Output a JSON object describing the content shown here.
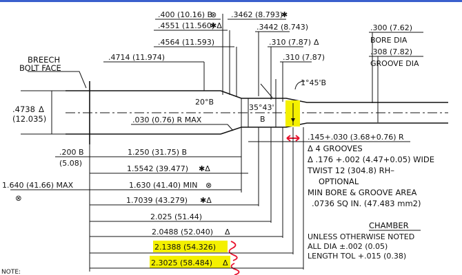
{
  "frame_color": "#3a5fcd",
  "highlight_color": "#f4f000",
  "markup_color": "#e8102c",
  "labels": {
    "breech": "BREECH",
    "bolt_face": "BOLT FACE",
    "bore_dia_value": ".300 (7.62)",
    "bore_dia_label": "BORE DIA",
    "groove_dia_value": ".308 (7.82)",
    "groove_dia_label": "GROOVE DIA",
    "angle_1_45": "1°45'B",
    "angle_20": "20°B",
    "angle_35_43": "35°43'",
    "b_mark": "B"
  },
  "top_dims": {
    "d400": ".400 (10.16) B",
    "d3462": ".3462 (8.793)",
    "d4551": ".4551 (11.560)",
    "d3442": ".3442 (8.743)",
    "d4564": ".4564 (11.593)",
    "d310a": ".310 (7.87)",
    "d4714": ".4714 (11.974)",
    "d310b": ".310 (7.87)"
  },
  "left_dims": {
    "d4738": ".4738",
    "d12035": "(12.035)",
    "d030": ".030 (0.76) R MAX",
    "d200": ".200 B",
    "d508": "(5.08)",
    "d1640": "1.640 (41.66) MAX"
  },
  "length_dims": {
    "l1250": "1.250 (31.75) B",
    "l15542": "1.5542 (39.477)",
    "l1630": "1.630 (41.40) MIN",
    "l17039": "1.7039 (43.279)",
    "l2025": "2.025 (51.44)",
    "l20488": "2.0488 (52.040)",
    "l21388": "2.1388 (54.326)",
    "l23025": "2.3025 (58.484)"
  },
  "notes": {
    "radius": ".145+.030 (3.68+0.76) R",
    "grooves": "Δ 4 GROOVES",
    "wide": "Δ .176 +.002 (4.47+0.05) WIDE",
    "twist": "TWIST 12 (304.8) RH–",
    "optional": "OPTIONAL",
    "min_bore": "MIN BORE & GROOVE AREA",
    "area": ".0736 SQ IN. (47.483 mm2)"
  },
  "chamber": {
    "title": "CHAMBER",
    "line1": "UNLESS OTHERWISE NOTED",
    "line2": "ALL DIA ±.002 (0.05)",
    "line3": "LENGTH TOL +.015 (0.38)"
  },
  "note_label": "NOTE:",
  "symbols": {
    "circle_x": "⊗",
    "star": "✱",
    "star_delta": "✱Δ",
    "delta": "Δ"
  }
}
